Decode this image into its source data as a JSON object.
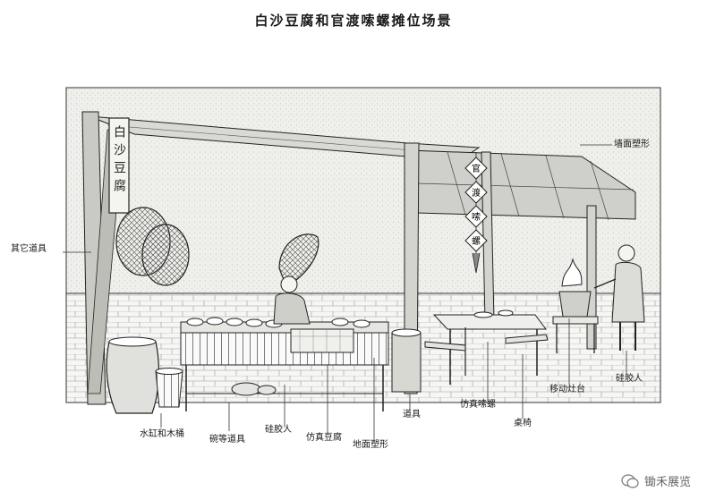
{
  "title": "白沙豆腐和官渡嗦螺摊位场景",
  "signboard_text": "白沙豆腐",
  "banner_text": [
    "官",
    "渡",
    "嗦",
    "螺"
  ],
  "labels": {
    "other_tools": "其它道具",
    "wall_sculpt": "墙面塑形",
    "water_vat_bucket": "水缸和木桶",
    "bowls_tools": "碗等道具",
    "silicone_figure_left": "硅胶人",
    "fake_tofu": "仿真豆腐",
    "floor_sculpt": "地面塑形",
    "props": "道具",
    "fake_snail": "仿真嗦螺",
    "table_chairs": "桌椅",
    "mobile_stove": "移动灶台",
    "silicone_figure_right": "硅胶人"
  },
  "watermark": "锄禾展览",
  "colors": {
    "ink": "#1a1a1a",
    "wall": "#ecece8",
    "brick": "#f4f4f2",
    "paper": "#ffffff"
  }
}
